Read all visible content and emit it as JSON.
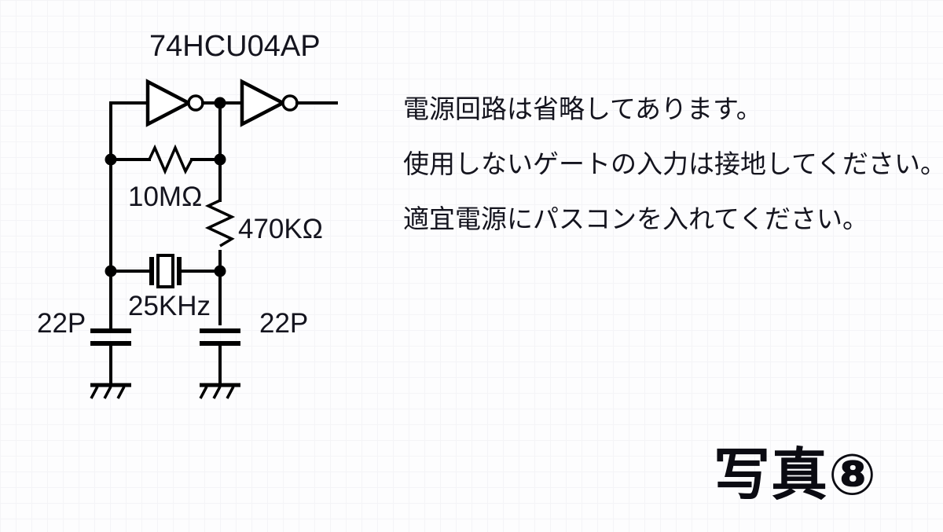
{
  "figure": {
    "ic_title": "74HCU04AP",
    "caption": "写真⑧"
  },
  "components": {
    "feedback_resistor": "10MΩ",
    "series_resistor": "470KΩ",
    "crystal": "25KHz",
    "cap_left": "22P",
    "cap_right": "22P"
  },
  "notes": [
    "電源回路は省略してあります。",
    "使用しないゲートの入力は接地してください。",
    "適宜電源にパスコンを入れてください。"
  ],
  "colors": {
    "ink": "#14141e",
    "wire": "#000000",
    "background": "#fdfdfe",
    "grid": "#f4f4f7"
  }
}
